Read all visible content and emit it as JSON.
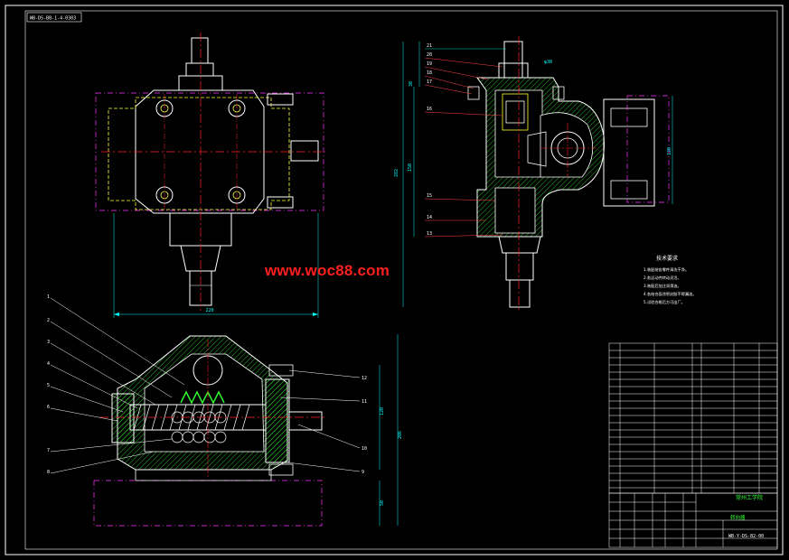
{
  "drawing_code_box": "WB-DS-BB-1-4-0303",
  "watermark": "www.woc88.com",
  "colors": {
    "background": "#000000",
    "outline": "#ffffff",
    "centerline": "#ff2020",
    "hidden": "#ffff33",
    "phantom": "#ff33ff",
    "dimension": "#00ffff",
    "hatch": "#33ff33",
    "leader": "#ff4444",
    "watermark": "#ff1f1f"
  },
  "top_view": {
    "dim_width": "220"
  },
  "section_view": {
    "part_refs": [
      "21",
      "20",
      "19",
      "18",
      "17",
      "16",
      "15",
      "14",
      "13"
    ],
    "dim_left_total": "282",
    "dim_left_mid": "150",
    "dim_left_top": "30",
    "dim_right": "120",
    "dim_top_dia": "φ38"
  },
  "bottom_view": {
    "part_refs_left": [
      "1",
      "2",
      "3",
      "4",
      "5",
      "6",
      "7",
      "8"
    ],
    "part_refs_right": [
      "12",
      "11",
      "10",
      "9"
    ],
    "dim_total": "206",
    "dim_upper": "120",
    "dim_lower": "50"
  },
  "tech_requirements": {
    "title": "技术要求",
    "lines": [
      "1.装配前各零件清洗干净。",
      "2.各运动件转动灵活。",
      "3.装配后加注润滑油。",
      "4.各结合面涂密封胶不得漏油。",
      "5.试验合格后方可出厂。"
    ]
  },
  "title_block": {
    "school": "常州工学院",
    "drawing_name": "转向器",
    "drawing_number": "WB-Y-DS-B2-00"
  }
}
